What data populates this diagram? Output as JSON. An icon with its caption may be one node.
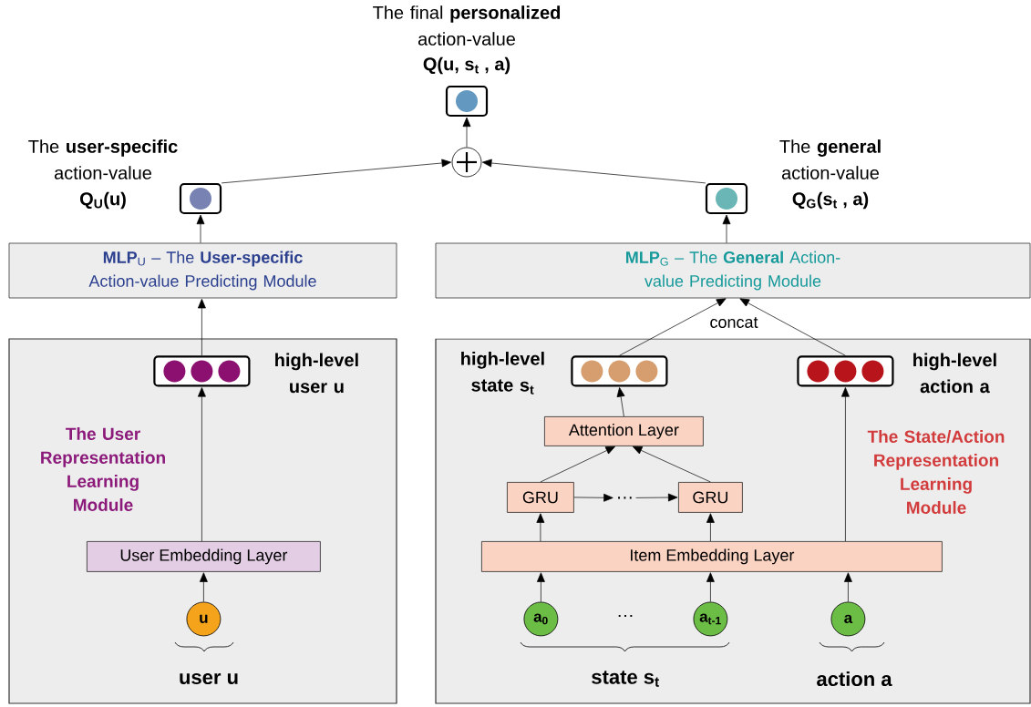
{
  "diagram": {
    "nodes": [
      {
        "text": [
          "The User Representation Learning Module"
        ]
      },
      {
        "text": [
          "The State/Action Representation Learning Module"
        ]
      },
      {
        "text": [
          "**MLP**$_{U}$ – The **User-specific** Action-value Predicting Module"
        ]
      },
      {
        "text": [
          "**MLP**$_{G}$ – The **General** Action-value Predicting Module"
        ]
      },
      {
        "text": [
          "The final **personalized** action-value",
          "Q(u,  s$_{t}$ , a)"
        ]
      },
      {
        "text": [],
        "shape": "circle"
      },
      {
        "text": [
          "The **user-specific** action-value",
          "Q$_{U}$(u)"
        ]
      },
      {
        "text": [
          "The **general** action-value",
          "Q$_{G}$(s$_{t}$ , a)"
        ]
      },
      {
        "text": [
          "high-level user u"
        ],
        "in": 0
      },
      {
        "text": [
          "User Embedding Layer"
        ],
        "in": 0
      },
      {
        "text": [
          "u"
        ],
        "in": 0
      },
      {
        "text": [
          "high-level state s$_{t}$"
        ],
        "in": 1
      },
      {
        "text": [
          "high-level action a"
        ],
        "in": 1
      },
      {
        "text": [
          "Attention Layer"
        ],
        "in": 1
      },
      {
        "text": [
          "GRU"
        ],
        "in": 1
      },
      {
        "text": [
          "GRU"
        ],
        "in": 1
      },
      {
        "text": [
          "Item Embedding Layer"
        ],
        "in": 1
      },
      {
        "text": [
          "a$_{0}$"
        ],
        "in": 1
      },
      {
        "text": [
          "a$_{t-1}$"
        ],
        "in": 1
      },
      {
        "text": [
          "a"
        ],
        "in": 1
      },
      {
        "text": [
          "…"
        ],
        "in": 1
      }
    ],
    "edges": [
      {
        "from": 10,
        "to": 9,
        "arrow": "to"
      },
      {
        "from": 9,
        "to": 8,
        "arrow": "to"
      },
      {
        "from": 8,
        "to": 2,
        "arrow": "to"
      },
      {
        "from": 2,
        "to": 6,
        "arrow": "to"
      },
      {
        "from": 6,
        "to": 5,
        "arrow": "to"
      },
      {
        "from": 7,
        "to": 5,
        "arrow": "to"
      },
      {
        "from": 5,
        "to": 4,
        "arrow": "to"
      },
      {
        "from": 3,
        "to": 7,
        "arrow": "to"
      },
      {
        "from": 11,
        "to": 3,
        "arrow": "to"
      },
      {
        "from": 12,
        "to": 3,
        "arrow": "to"
      },
      {
        "from": 17,
        "to": 16,
        "arrow": "to"
      },
      {
        "from": 18,
        "to": 16,
        "arrow": "to"
      },
      {
        "from": 19,
        "to": 16,
        "arrow": "to"
      },
      {
        "from": 16,
        "to": 14,
        "arrow": "to"
      },
      {
        "from": 16,
        "to": 15,
        "arrow": "to"
      },
      {
        "from": 16,
        "to": 12,
        "arrow": "to"
      },
      {
        "from": 14,
        "to": 20,
        "arrow": "to"
      },
      {
        "from": 20,
        "to": 15,
        "arrow": "to"
      },
      {
        "from": 14,
        "to": 13,
        "arrow": "to"
      },
      {
        "from": 15,
        "to": 13,
        "arrow": "to"
      },
      {
        "from": 13,
        "to": 11,
        "arrow": "to"
      }
    ],
    "labels": [
      "concat",
      "…",
      "user u",
      "state s$_{t}$",
      "action a"
    ]
  }
}
